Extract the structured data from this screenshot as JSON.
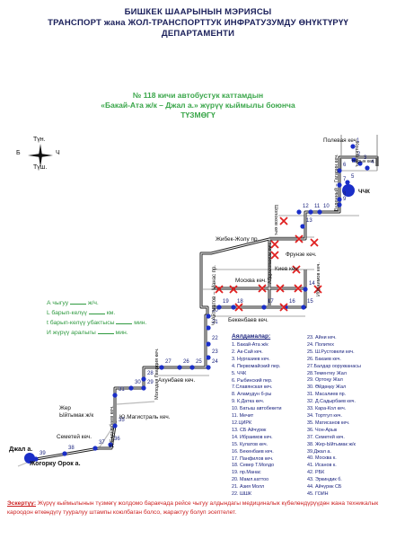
{
  "header": {
    "line1": "БИШКЕК ШААРЫНЫН МЭРИЯСЫ",
    "line2": "ТРАНСПОРТ жана ЖОЛ-ТРАНСПОРТТУК ИНФРАТУЗУМДУ ӨНҮКТҮРҮҮ",
    "line3": "ДЕПАРТАМЕНТИ"
  },
  "title": {
    "line1": "№ 118  кичи автобустук каттамдын",
    "line2": "«Бакай-Ата ж/к – Джал а.» жүрүү кыймылы боюнча",
    "line3": "ТҮЗМӨГҮ"
  },
  "compass": {
    "north": "Түн.",
    "south": "Түш.",
    "west": "Б",
    "east": "Ч"
  },
  "info": {
    "line1_label": "А чыгуу",
    "line1_unit": "ж/ч.",
    "line2_label": "L барып-келүү",
    "line2_unit": "км.",
    "line3_label": "t барып-келүү убактысы",
    "line3_unit": "мин.",
    "line4_label": "И жүрүү аралыгы",
    "line4_unit": "мин."
  },
  "roads": {
    "polevaya": "Полевая кеч.",
    "koshoy": "Кошой кеч.",
    "naryn": "Нарын кеч.",
    "chk": "ЧЧК",
    "shopokov": "Шопоков кеч.",
    "budenny": "Буденный – Гагарин кеч.",
    "zhibek": "Жибек-Жолу пр.",
    "frunze": "Фрунзе кеч.",
    "abdrakhmanov": "Абдрахманов кеч.",
    "ibraimov": "Ибраимов кеч.",
    "kiev": "Киев кеч.",
    "moskva": "Москва кеч.",
    "aitmatov": "Ч.Айтматов – Манас пр.",
    "bekenbaev": "Бекенбаев кеч.",
    "akhunbaev": "Ахунбаев кеч.",
    "molodaya": "Молодая Гвардия кеч.",
    "malistral": "Ю.Магистраль кеч.",
    "sadyrbaev": "Д.Садырбаев кеч.",
    "semetey": "Семетей кеч.",
    "zher": "Жер Ыйтымак ж/к",
    "jogorku": "Жогорку Орок а.",
    "jal": "Джал а."
  },
  "stop_numbers": [
    "1",
    "2",
    "3",
    "4",
    "5",
    "6",
    "7",
    "8",
    "9",
    "10",
    "11",
    "12",
    "13",
    "14",
    "15",
    "16",
    "17",
    "18",
    "19",
    "20",
    "21",
    "22",
    "23",
    "24",
    "25",
    "26",
    "27",
    "28",
    "29",
    "30",
    "31",
    "35",
    "36",
    "37",
    "38",
    "39"
  ],
  "legend": {
    "title": "Аялдамалар:",
    "col1": [
      "1. Бакай-Ата ж/к",
      "2. Ак-Сай кеч.",
      "3. Нургазиев кеч.",
      "4. Первомайский пер.",
      "5. ЧЧК",
      "6. Рыбинский пер.",
      "7.Славянская кеч.",
      "8. Аламүдүн б-ры",
      "9. К.Датка кеч.",
      "10. Батыш автобекети",
      "11. Мечит",
      "12.ЦИРК",
      "13. СБ Айчүрөк",
      "14. Ибраимов кеч.",
      "15. Кулатов кеч.",
      "16. Бекенбаев кеч.",
      "17. Панфилов кеч.",
      "18. Север Т.Молдо",
      "19. пр.Манас",
      "20. Мамл.каттоо",
      "21. Азия Молл",
      "22. ШШК"
    ],
    "col2": [
      "23. Айни кеч.",
      "24. Политех",
      "25. Ш.Рустовели кеч.",
      "26. Бакаев кеч.",
      "27.Балдар оорукканасы",
      "28.Тементеу Жал",
      "29. Ортоңу Жал",
      "30. Өйдөңку Жал",
      "31. Масалиев пр.",
      "32. Д.Садырбаев кеч.",
      "33. Кара-Кол кеч.",
      "34. Тортгул кеч.",
      "35. Матисанов кеч.",
      "36. Чон-Арык",
      "37. Семетей кеч.",
      "38. Жер-Ыйтымак ж/к",
      "39.Джал а.",
      "40. Москва к.",
      "41. Исанов к.",
      "42. РБК",
      "43. Эркиндик б.",
      "44. Айчүрөк СБ",
      "45. ГОИН"
    ]
  },
  "note": {
    "label": "Эскертүү:",
    "text": "Жүрүү кыймылынын түзмөгү жолдомо баракчада рейсе чыгуу алдындагы медициналык күбөлөндүрүүдөн жана техникалык кароодон өткөндүгү тууралуу штампы коюлбаган болсо, жарактуу болуп эсептелет."
  },
  "colors": {
    "route": "#1f1f1f",
    "stop": "#1a2ec8",
    "closure": "#e02020",
    "title": "#3aa64a",
    "header": "#1a1f5a",
    "note": "#cc1f1f"
  }
}
